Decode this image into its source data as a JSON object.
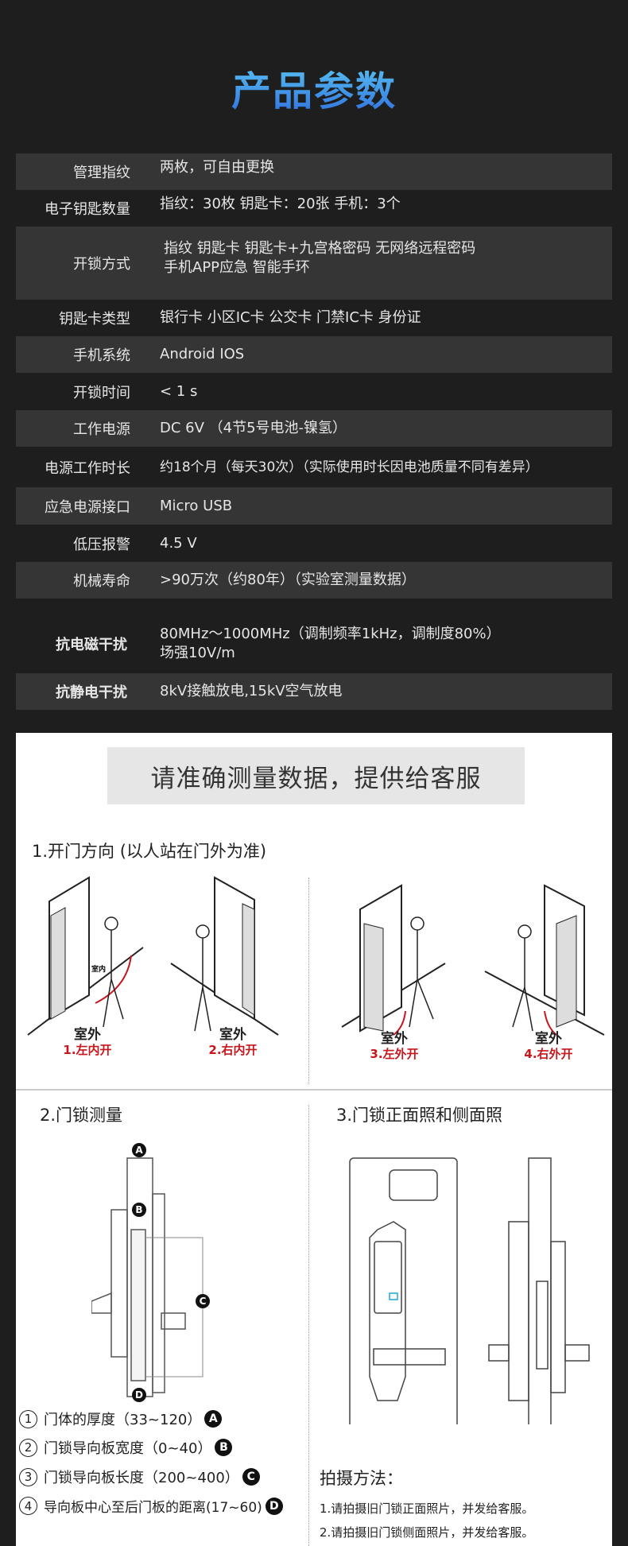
{
  "title": "产品参数",
  "title_gradient": [
    "#5cc8f5",
    "#2f6fdc"
  ],
  "specs": [
    {
      "k": "管理指纹",
      "v": "两枚，可自由更换"
    },
    {
      "k": "电子钥匙数量",
      "v": "指纹：30枚  钥匙卡：20张  手机：3个"
    },
    {
      "k": "开锁方式",
      "v": "指纹  钥匙卡  钥匙卡+九宫格密码  无网络远程密码",
      "v2": "手机APP应急   智能手环"
    },
    {
      "k": "钥匙卡类型",
      "v": "银行卡  小区IC卡  公交卡  门禁IC卡  身份证"
    },
    {
      "k": "手机系统",
      "v": "Android   IOS"
    },
    {
      "k": "开锁时间",
      "v": "< 1 s"
    },
    {
      "k": "工作电源",
      "v": "DC 6V （4节5号电池-镍氢）"
    },
    {
      "k": "电源工作时长",
      "v": "约18个月（每天30次）（实际使用时长因电池质量不同有差异）"
    },
    {
      "k": "应急电源接口",
      "v": "Micro USB"
    },
    {
      "k": "低压报警",
      "v": "4.5 V"
    },
    {
      "k": "机械寿命",
      "v": ">90万次（约80年）（实验室测量数据）"
    },
    {
      "k": "抗电磁干扰",
      "v": "80MHz～1000MHz（调制频率1kHz，调制度80%）",
      "v2": "场强10V/m"
    },
    {
      "k": "抗静电干扰",
      "v": "8kV接触放电,15kV空气放电"
    }
  ],
  "banner": "请准确测量数据，提供给客服",
  "section1": {
    "heading": "1.开门方向 (以人站在门外为准)",
    "indoor": "室内",
    "outdoor": "室外",
    "types": [
      "1.左内开",
      "2.右内开",
      "3.左外开",
      "4.右外开"
    ]
  },
  "section2": {
    "heading": "2.门锁测量",
    "markers": [
      "A",
      "B",
      "C",
      "D"
    ],
    "items": [
      {
        "n": "1",
        "t": "门体的厚度（33~120）",
        "m": "A"
      },
      {
        "n": "2",
        "t": "门锁导向板宽度（0~40）",
        "m": "B"
      },
      {
        "n": "3",
        "t": "门锁导向板长度（200~400）",
        "m": "C"
      },
      {
        "n": "4",
        "t": "导向板中心至后门板的距离(17~60)",
        "m": "D"
      }
    ]
  },
  "section3": {
    "heading": "3.门锁正面照和侧面照",
    "method_title": "拍摄方法：",
    "steps": [
      "1.请拍摄旧门锁正面照片，并发给客服。",
      "2.请拍摄旧门锁侧面照片，并发给客服。"
    ]
  }
}
